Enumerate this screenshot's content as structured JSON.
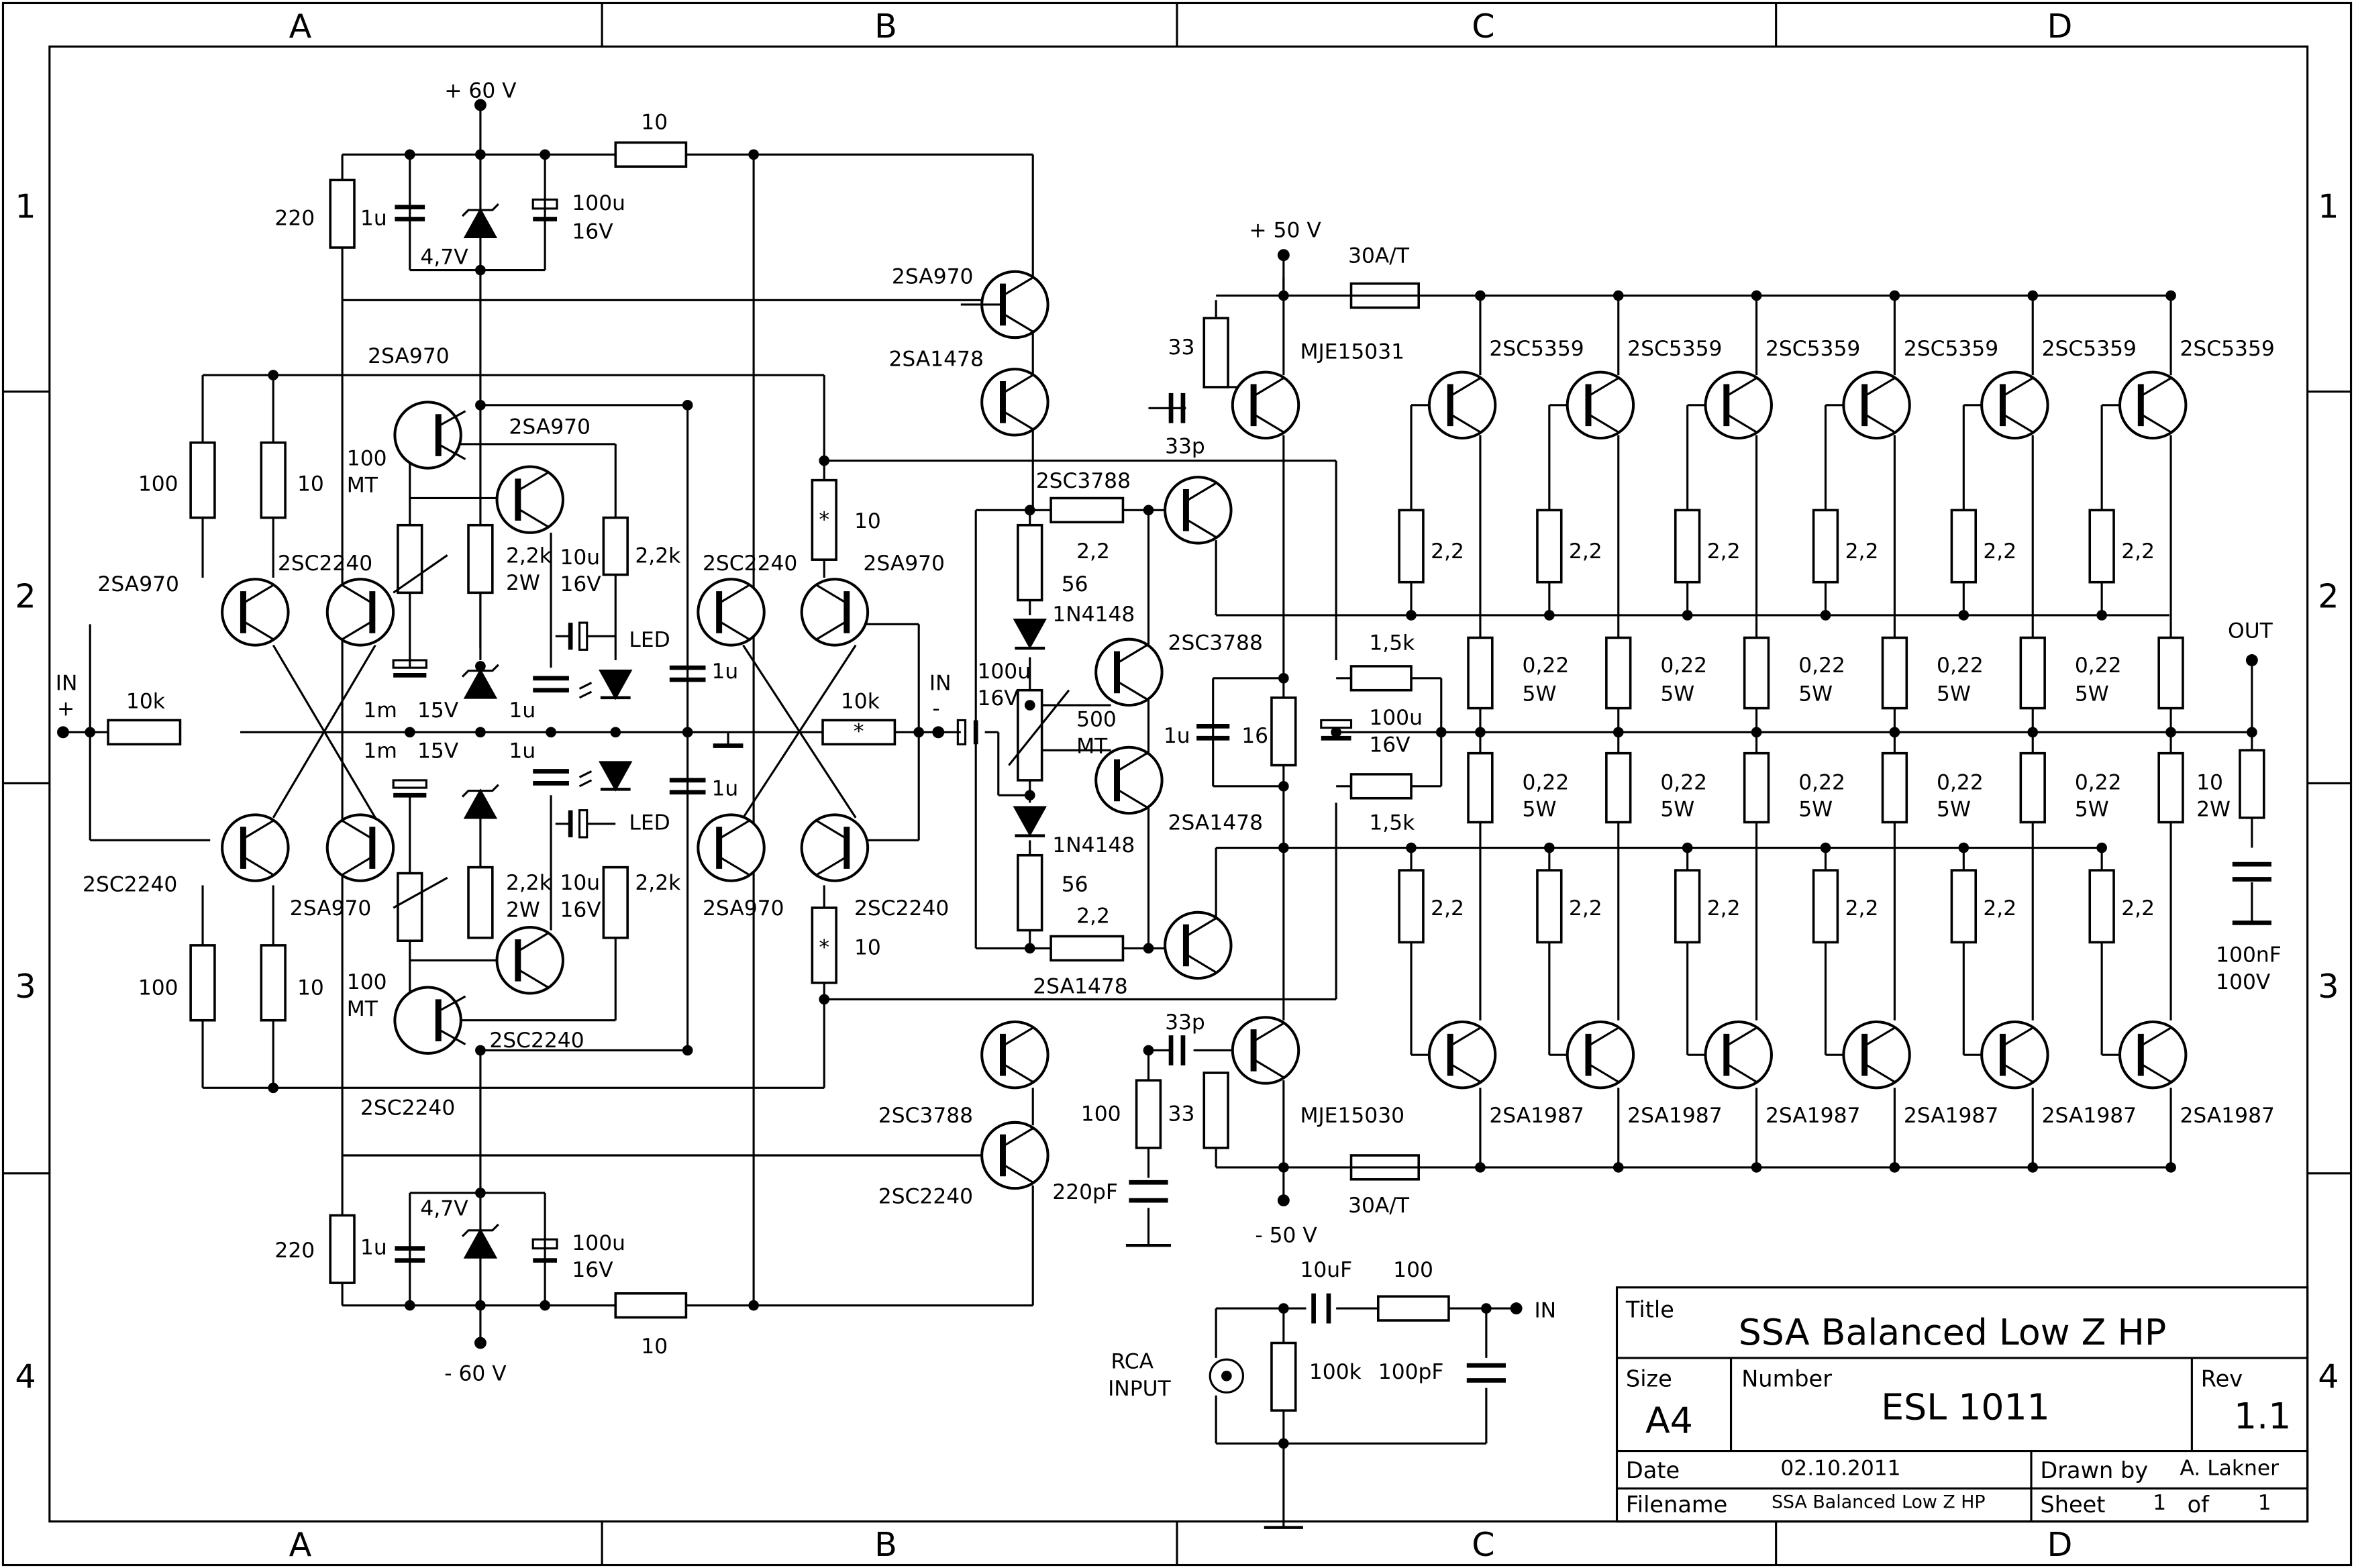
{
  "zones": {
    "columns": [
      "A",
      "B",
      "C",
      "D"
    ],
    "rows": [
      "1",
      "2",
      "3",
      "4"
    ]
  },
  "rails": {
    "pos_60": "+ 60 V",
    "neg_60": "- 60 V",
    "pos_50": "+ 50 V",
    "neg_50": "- 50 V"
  },
  "io": {
    "in_plus": "IN",
    "in_plus_sign": "+",
    "in_minus": "IN",
    "in_minus_sign": "-",
    "out": "OUT",
    "rca_line1": "RCA",
    "rca_line2": "INPUT",
    "rca_in": "IN"
  },
  "labels": {
    "r10_top": "10",
    "r10_bot": "10",
    "r220_top": "220",
    "r220_bot": "220",
    "c1u_top": "1u",
    "c1u_bot": "1u",
    "z47_top": "4,7V",
    "z47_bot": "4,7V",
    "c100u_top_a": "100u",
    "c100u_top_b": "16V",
    "c100u_bot_a": "100u",
    "c100u_bot_b": "16V",
    "q_2sa970_top": "2SA970",
    "q_2sa1478_top": "2SA1478",
    "q_2sa970_left": "2SA970",
    "q_2sa970_mid": "2SA970",
    "r100_lt": "100",
    "r10_lt": "10",
    "pot_100mt_top_a": "100",
    "pot_100mt_top_b": "MT",
    "r22k2w_top_a": "2,2k",
    "r22k2w_top_b": "2W",
    "c10u_top_a": "10u",
    "c10u_top_b": "16V",
    "r22k_top": "2,2k",
    "q_2sa970_l2": "2SA970",
    "q_2sc2240_l2": "2SC2240",
    "q_2sc2240_r2": "2SC2240",
    "q_2sa970_r2": "2SA970",
    "r10_star_top": "10",
    "c1m_top": "1m",
    "z15_top": "15V",
    "c1u_mid_top": "1u",
    "led_top": "LED",
    "c1u_r_top": "1u",
    "r10k_l": "10k",
    "r10k_r": "10k",
    "c1m_bot": "1m",
    "z15_bot": "15V",
    "c1u_mid_bot": "1u",
    "led_bot": "LED",
    "c1u_r_bot": "1u",
    "q_2sc2240_l3": "2SC2240",
    "q_2sa970_l3": "2SA970",
    "q_2sa970_r3": "2SA970",
    "q_2sc2240_r3": "2SC2240",
    "r22k2w_bot_a": "2,2k",
    "r22k2w_bot_b": "2W",
    "c10u_bot_a": "10u",
    "c10u_bot_b": "16V",
    "r22k_bot": "2,2k",
    "r10_star_bot": "10",
    "r100_lb": "100",
    "r10_lb": "10",
    "pot_100mt_bot_a": "100",
    "pot_100mt_bot_b": "MT",
    "q_2sc2240_b1": "2SC2240",
    "q_2sc2240_b2": "2SC2240",
    "q_2sc3788_b": "2SC3788",
    "q_2sc2240_b3": "2SC2240",
    "r10_bottom_rail": "10",
    "q_2sc3788_c1": "2SC3788",
    "r22_c1": "2,2",
    "r56_c1": "56",
    "d_1n4148_1": "1N4148",
    "c100u_c_a": "100u",
    "c100u_c_b": "16V",
    "q_2sc3788_c2": "2SC3788",
    "pot_500mt_a": "500",
    "pot_500mt_b": "MT",
    "d_1n4148_2": "1N4148",
    "r56_c2": "56",
    "r22_c2": "2,2",
    "q_2sa1478_c": "2SA1478",
    "q_2sa1478_c3": "2SA1478",
    "c1u_c": "1u",
    "r16_c": "16",
    "r15k_top": "1,5k",
    "r15k_bot": "1,5k",
    "c100u_c2_a": "100u",
    "c100u_c2_b": "16V",
    "r33_top": "33",
    "c33p_top": "33p",
    "q_mje15031": "MJE15031",
    "fuse_top": "30A/T",
    "r100_c": "100",
    "c33p_bot": "33p",
    "r33_bot": "33",
    "c220pf": "220pF",
    "q_mje15030": "MJE15030",
    "fuse_bot": "30A/T",
    "r10_2w_a": "10",
    "r10_2w_b": "2W",
    "c100nf_a": "100nF",
    "c100nf_b": "100V",
    "c10uf_rca": "10uF",
    "r100_rca": "100",
    "r100k_rca": "100k",
    "c100pf_rca": "100pF"
  },
  "npn_out": [
    "2SC5359",
    "2SC5359",
    "2SC5359",
    "2SC5359",
    "2SC5359",
    "2SC5359"
  ],
  "pnp_out": [
    "2SA1987",
    "2SA1987",
    "2SA1987",
    "2SA1987",
    "2SA1987",
    "2SA1987"
  ],
  "base_r_top": [
    "2,2",
    "2,2",
    "2,2",
    "2,2",
    "2,2",
    "2,2"
  ],
  "base_r_bot": [
    "2,2",
    "2,2",
    "2,2",
    "2,2",
    "2,2",
    "2,2"
  ],
  "emit_r_top": [
    [
      "0,22",
      "5W"
    ],
    [
      "0,22",
      "5W"
    ],
    [
      "0,22",
      "5W"
    ],
    [
      "0,22",
      "5W"
    ],
    [
      "0,22",
      "5W"
    ]
  ],
  "emit_r_bot": [
    [
      "0,22",
      "5W"
    ],
    [
      "0,22",
      "5W"
    ],
    [
      "0,22",
      "5W"
    ],
    [
      "0,22",
      "5W"
    ],
    [
      "0,22",
      "5W"
    ]
  ],
  "title_block": {
    "title_label": "Title",
    "title": "SSA Balanced Low Z HP",
    "size_label": "Size",
    "size": "A4",
    "number_label": "Number",
    "number": "ESL 1011",
    "rev_label": "Rev",
    "rev": "1.1",
    "date_label": "Date",
    "date": "02.10.2011",
    "drawn_label": "Drawn by",
    "drawn_by": "A. Lakner",
    "filename_label": "Filename",
    "filename": "SSA Balanced Low Z HP",
    "sheet_label": "Sheet",
    "sheet": "1",
    "of_label": "of",
    "of": "1"
  }
}
